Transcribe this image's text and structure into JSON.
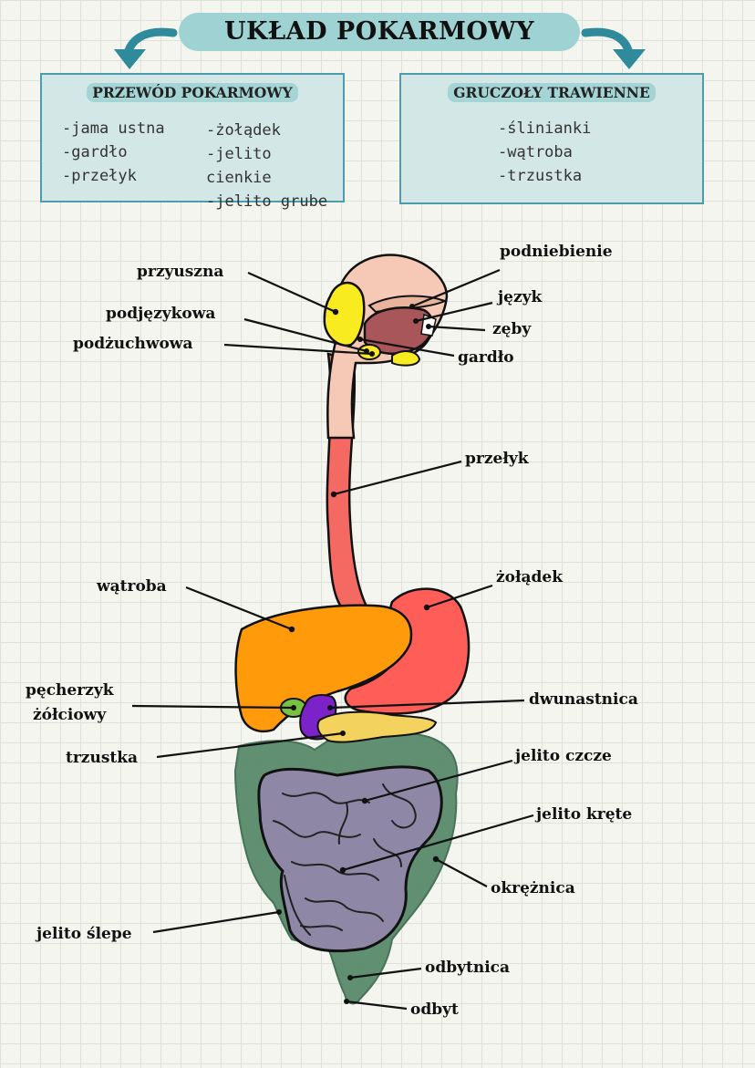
{
  "title": "UKŁAD POKARMOWY",
  "boxes": {
    "left": {
      "title": "PRZEWÓD POKARMOWY",
      "col1": [
        "-jama ustna",
        "-gardło",
        "-przełyk"
      ],
      "col2": [
        "-żołądek",
        "-jelito cienkie",
        "-jelito grube"
      ]
    },
    "right": {
      "title": "GRUCZOŁY TRAWIENNE",
      "items": [
        "-ślinianki",
        "-wątroba",
        "-trzustka"
      ]
    }
  },
  "labels": {
    "przyuszna": "przyuszna",
    "podniebienie": "podniebienie",
    "jezyk": "język",
    "podjezykowa": "podjęzykowa",
    "zeby": "zęby",
    "podzuchwowa": "podżuchwowa",
    "gardlo": "gardło",
    "przelyk": "przełyk",
    "watroba": "wątroba",
    "zoladek": "żołądek",
    "pecherzyk1": "pęcherzyk",
    "pecherzyk2": "żółciowy",
    "dwunastnica": "dwunastnica",
    "trzustka": "trzustka",
    "jelito_czcze": "jelito czcze",
    "jelito_krete": "jelito kręte",
    "okreznica": "okrężnica",
    "jelito_slepe": "jelito ślepe",
    "odbytnica": "odbytnica",
    "odbyt": "odbyt"
  },
  "colors": {
    "title_bg": "#9fd3d3",
    "box_bg": "#d3e8e6",
    "box_border": "#4c9cab",
    "arrow": "#2f8a9c",
    "liver": "#ff9a0a",
    "stomach": "#ff5e58",
    "esophagus": "#f46a62",
    "mouth": "#f5c9b6",
    "tongue": "#a8565a",
    "salivary": "#f8ec20",
    "gallbladder": "#7ac142",
    "duodenum": "#7b22c9",
    "pancreas": "#f4d25e",
    "large_intestine": "#5a8a6c",
    "small_intestine": "#8e88a6"
  }
}
